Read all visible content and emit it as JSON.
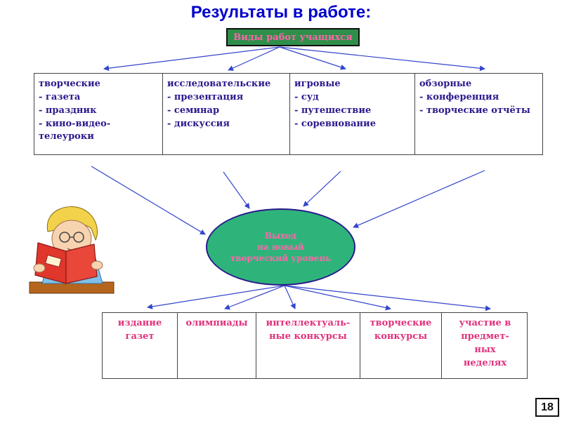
{
  "title": "Результаты в работе:",
  "header_box": "Виды работ учащихся",
  "categories": [
    {
      "name": "творческие",
      "lines": [
        "- газета",
        "- праздник",
        "- кино-видео-",
        "телеуроки"
      ]
    },
    {
      "name": "исследовательские",
      "lines": [
        "- презентация",
        "- семинар",
        "- дискуссия"
      ]
    },
    {
      "name": "игровые",
      "lines": [
        "- суд",
        "- путешествие",
        "- соревнование"
      ]
    },
    {
      "name": "обзорные",
      "lines": [
        "- конференция",
        "- творческие отчёты"
      ]
    }
  ],
  "center": {
    "lines": [
      "Выход",
      "на новый",
      "творческий уровень"
    ]
  },
  "results": [
    {
      "lines": [
        "издание",
        "газет"
      ]
    },
    {
      "lines": [
        "олимпиады"
      ]
    },
    {
      "lines": [
        "интеллектуаль-",
        "ные конкурсы"
      ]
    },
    {
      "lines": [
        "творческие",
        "конкурсы"
      ]
    },
    {
      "lines": [
        "участие в",
        "предмет-",
        "ных",
        "неделях"
      ]
    }
  ],
  "page_number": "18",
  "colors": {
    "title": "#0000cc",
    "header_fill": "#2f8f4a",
    "accent_text": "#ff66aa",
    "category_text": "#2a1a8c",
    "result_text": "#e0327c",
    "oval_fill": "#2eb47a",
    "arrow": "#3344cc"
  },
  "illustration": "boy-reading-book-icon"
}
